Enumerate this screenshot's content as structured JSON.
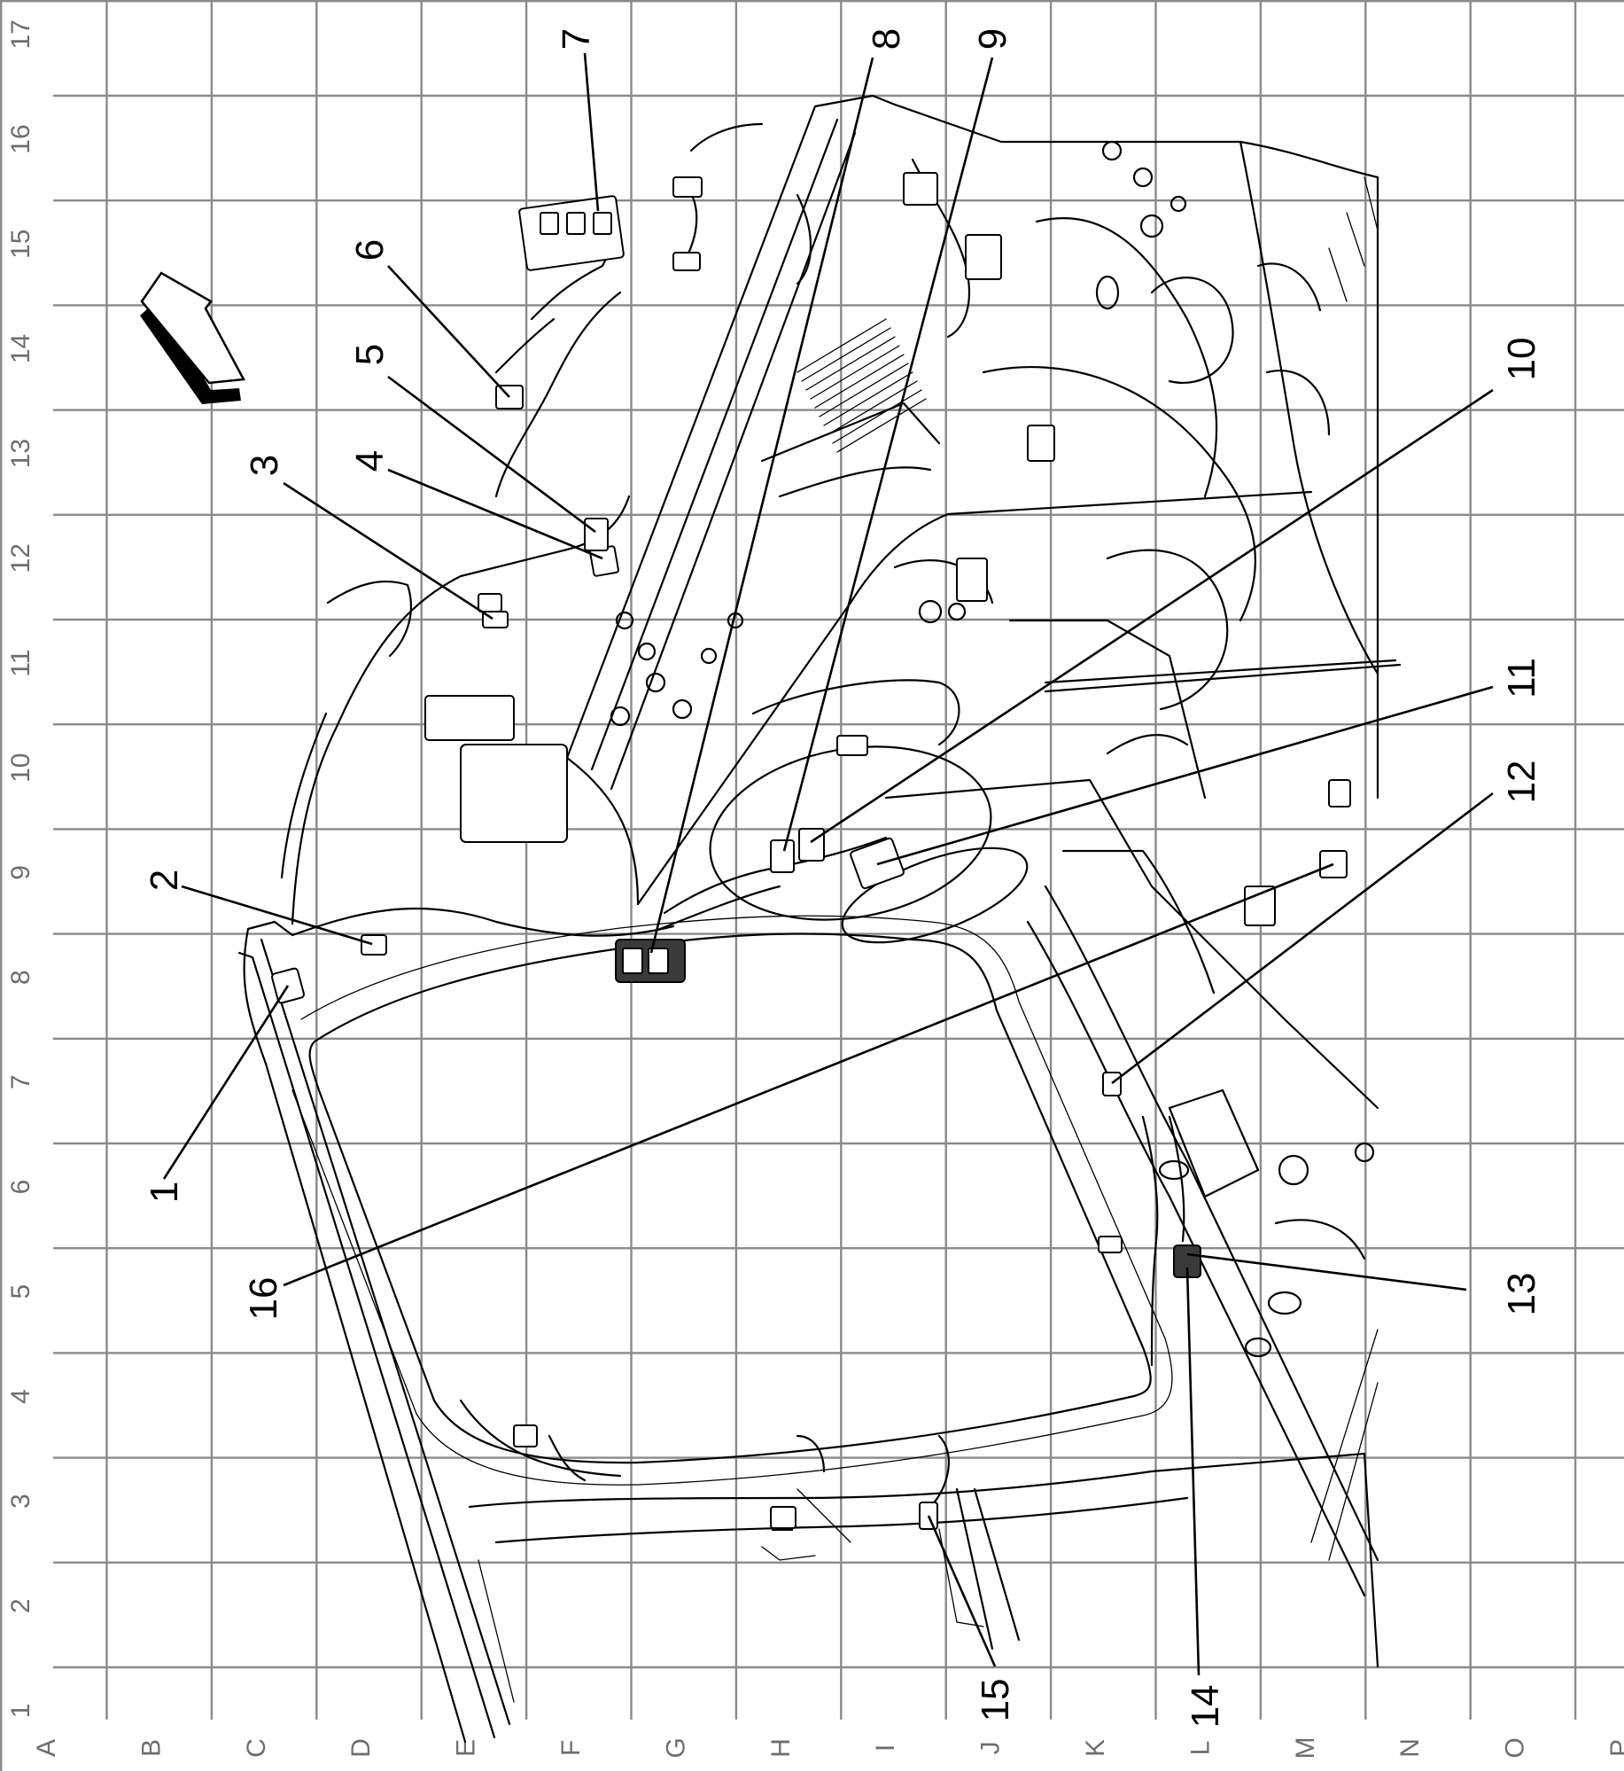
{
  "diagram": {
    "callouts": [
      "1",
      "2",
      "3",
      "4",
      "5",
      "6",
      "7",
      "8",
      "9",
      "10",
      "11",
      "12",
      "13",
      "14",
      "15",
      "16"
    ],
    "grid_numbers": [
      "1",
      "2",
      "3",
      "4",
      "5",
      "6",
      "7",
      "8",
      "9",
      "10",
      "11",
      "12",
      "13",
      "14",
      "15",
      "16",
      "17"
    ],
    "grid_letters": [
      "A",
      "B",
      "C",
      "D",
      "E",
      "F",
      "G",
      "H",
      "I",
      "J",
      "K",
      "L",
      "M",
      "N",
      "O",
      "P"
    ],
    "orientation_icon": "front-direction-arrow-icon",
    "colors": {
      "grid": "#8a8a8a",
      "ink": "#000000",
      "background": "#ffffff"
    }
  }
}
